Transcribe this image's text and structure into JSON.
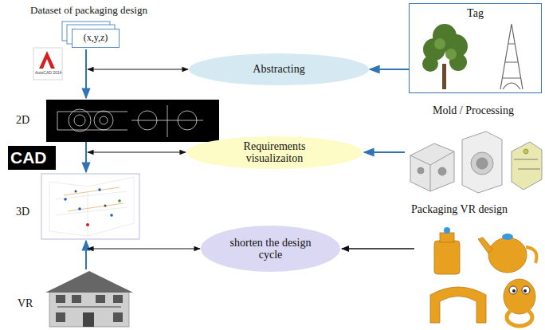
{
  "diagram": {
    "nodes": [
      {
        "text": [
          "(x,y,z)"
        ]
      },
      {
        "text": [
          "Tag"
        ]
      },
      {
        "text": [
          "Abstracting"
        ]
      },
      {
        "text": [
          "Requirements visualizaiton"
        ]
      },
      {
        "text": [
          "shorten the design cycle"
        ]
      }
    ],
    "edges": [
      {
        "from": 1,
        "to": 2,
        "arrow": "to"
      }
    ],
    "labels": [
      "Dataset of packaging design",
      "AutoCAD 2014",
      "2D",
      "CAD",
      "Mold / Processing",
      "3D",
      "Packaging VR design",
      "VR"
    ]
  }
}
